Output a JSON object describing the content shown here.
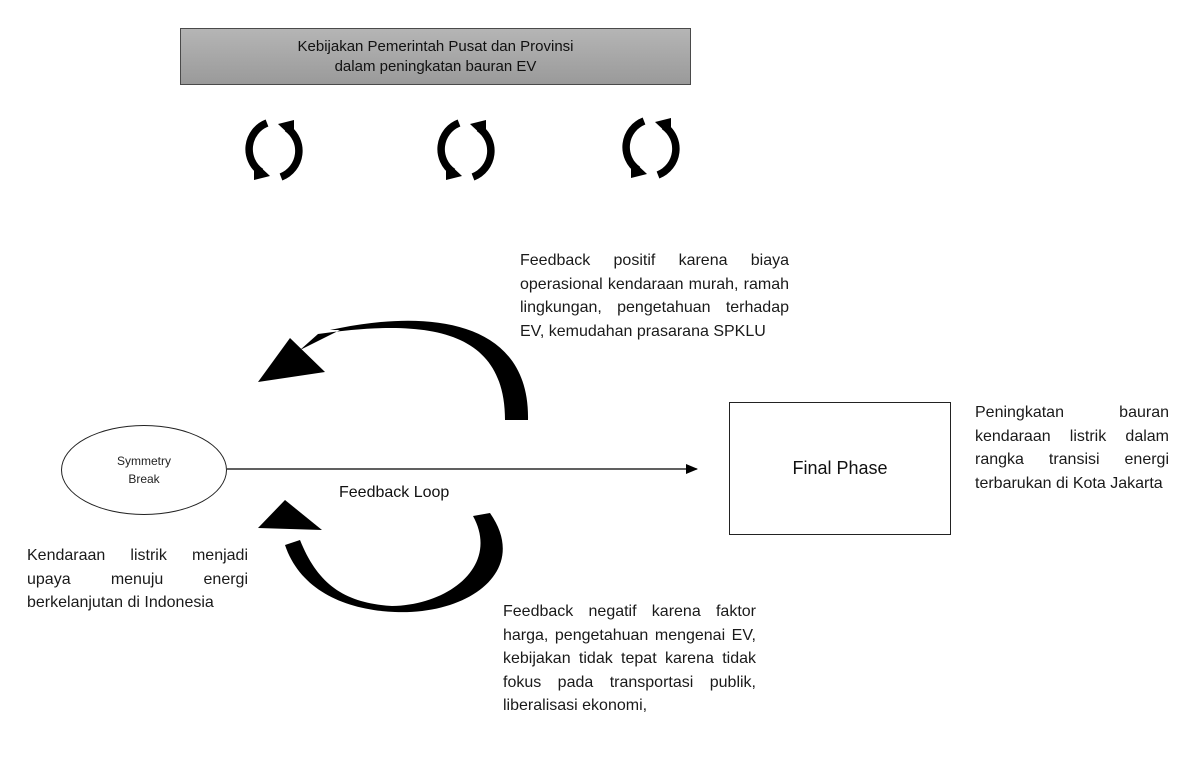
{
  "header_banner": {
    "line1": "Kebijakan Pemerintah Pusat dan Provinsi",
    "line2": "dalam peningkatan bauran EV"
  },
  "cycle_icons": [
    "cycle-icon",
    "cycle-icon",
    "cycle-icon"
  ],
  "symmetry_break": {
    "line1": "Symmetry",
    "line2": "Break"
  },
  "feedback_loop_label": "Feedback Loop",
  "final_phase_label": "Final Phase",
  "positive_feedback_text": "Feedback positif karena biaya operasional kendaraan murah, ramah lingkungan, pengetahuan terhadap EV, kemudahan prasarana SPKLU",
  "negative_feedback_text": "Feedback negatif karena faktor harga, pengetahuan mengenai EV, kebijakan tidak tepat karena tidak fokus pada transportasi publik, liberalisasi ekonomi,",
  "ev_effort_text": "Kendaraan listrik menjadi upaya menuju energi berkelanjutan di Indonesia",
  "final_outcome_text": "Peningkatan bauran kendaraan listrik dalam rangka transisi energi terbarukan di Kota Jakarta",
  "colors": {
    "banner_fill": "#a6a6a6",
    "stroke": "#000000"
  }
}
